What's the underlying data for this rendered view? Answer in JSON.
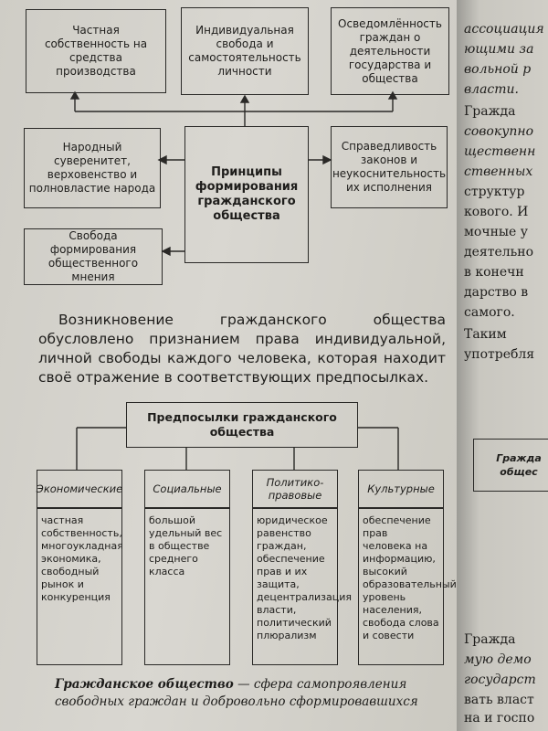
{
  "top_diagram": {
    "box_private_property": "Частная собственность на средства производства",
    "box_individual_freedom": "Индивидуальная свобода и самостоятельность личности",
    "box_awareness": "Осведомлённость граждан о деятельности государства и общества",
    "box_sovereignty": "Народный суверенитет, верховенство и полновластие народа",
    "box_center": "Принципы формирования гражданского общества",
    "box_justice": "Справедливость законов и неукоснительность их исполнения",
    "box_opinion": "Свобода формирования общественного мнения"
  },
  "paragraph": "Возникновение гражданского общества обусловлено признанием права индивидуальной, личной свободы каждого человека, которая находит своё отражение в соответствующих предпосылках.",
  "bottom_diagram": {
    "title": "Предпосылки гражданского общества",
    "columns": [
      {
        "head": "Экономические",
        "body": "частная собственность, многоукладная экономика, свободный рынок и конкуренция"
      },
      {
        "head": "Социальные",
        "body": "большой удельный вес в обществе среднего класса"
      },
      {
        "head": "Политико-правовые",
        "body": "юридическое равенство граждан, обеспечение прав и их защита, децентрализация власти, политический плюрализм"
      },
      {
        "head": "Культурные",
        "body": "обеспечение прав человека на информацию, высокий образовательный уровень населения, свобода слова и совести"
      }
    ]
  },
  "caption": {
    "term": "Гражданское общество",
    "definition": " — сфера самопроявления свободных граждан и добровольно сформировавшихся"
  },
  "right_page": {
    "lines": [
      {
        "text": "ассоциация",
        "italic": true
      },
      {
        "text": "ющими за",
        "italic": true
      },
      {
        "text": "вольной р",
        "italic": true
      },
      {
        "text": "власти.",
        "italic": true
      },
      {
        "text": "Гражда",
        "italic": false
      },
      {
        "text": "совокупно",
        "italic": true
      },
      {
        "text": "щественн",
        "italic": true
      },
      {
        "text": "ственных",
        "italic": true
      },
      {
        "text": "структур",
        "italic": false
      },
      {
        "text": "кового. И",
        "italic": false
      },
      {
        "text": "мочные у",
        "italic": false
      },
      {
        "text": "деятельно",
        "italic": false
      },
      {
        "text": "в конечн",
        "italic": false
      },
      {
        "text": "дарство в",
        "italic": false
      },
      {
        "text": "самого.",
        "italic": false
      },
      {
        "text": "Таким",
        "italic": false
      },
      {
        "text": "употребля",
        "italic": false
      }
    ],
    "mini_box": "Гражда общес",
    "bottom_lines": [
      {
        "text": "Гражда",
        "italic": false
      },
      {
        "text": "мую демо",
        "italic": true
      },
      {
        "text": "государст",
        "italic": true
      },
      {
        "text": "вать власт",
        "italic": false
      },
      {
        "text": "на и госпо",
        "italic": false
      }
    ]
  }
}
